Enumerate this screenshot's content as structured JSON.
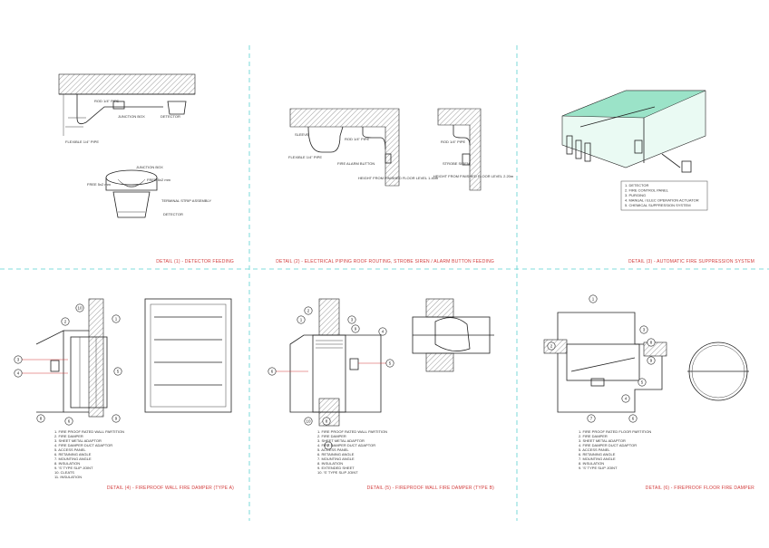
{
  "colors": {
    "grid": "#5ad1d1",
    "caption": "#d23b3b",
    "line": "#222222",
    "room": "#9be3c8"
  },
  "captions": {
    "d1": "DETAIL (1) - DETECTOR FEEDING",
    "d2": "DETAIL (2) - ELECTRICAL PIPING ROOF ROUTING, STROBE SIREN / ALARM BUTTON FEEDING",
    "d3": "DETAIL (3) - AUTOMATIC FIRE SUPPRESSION SYSTEM",
    "d4": "DETAIL (4) - FIREPROOF WALL FIRE DAMPER (TYPE A)",
    "d5": "DETAIL (5) - FIREPROOF WALL FIRE DAMPER (TYPE B)",
    "d6": "DETAIL (6) - FIREPROOF FLOOR FIRE DAMPER"
  },
  "d1": {
    "a": "ROD 1/4\" PIPE",
    "b": "JUNCTION BOX",
    "c": "DETECTOR",
    "d": "FLEXIBLE 1/4\" PIPE",
    "e": "JUNCTION BOX",
    "f": "FREE 5x2 mm",
    "g": "FREE 5x2 mm",
    "h": "TERMINAL STRIP ASSEMBLY",
    "i": "DETECTOR"
  },
  "d2": {
    "a": "SLEEVE",
    "b": "ROD 1/4\" PIPE",
    "c": "FLEXIBLE 1/4\" PIPE",
    "d": "FIRE ALARM BUTTON",
    "e": "HEIGHT FROM FINISHED FLOOR LEVEL 1.40m",
    "f": "ROD 1/4\" PIPE",
    "g": "STROBE SIREN",
    "h": "HEIGHT FROM FINISHED FLOOR LEVEL 2.20m"
  },
  "d3": {
    "legend": [
      "1. DETECTOR",
      "2. FIRE CONTROL PANEL",
      "3. PURGING",
      "4. MANUAL / ELEC OPERATION ACTUATOR",
      "5. CHEMICAL SUPPRESSION SYSTEM"
    ]
  },
  "d4": {
    "legend": [
      "1. FIRE PROOF RATED WALL PARTITION",
      "2. FIRE DAMPER",
      "3. SHEET METAL ADAPTOR",
      "4. FIRE DAMPER DUCT ADAPTOR",
      "5. ACCESS PANEL",
      "6. RETAINING ANGLE",
      "7. MOUNTING ANGLE",
      "8. INSULATION",
      "9. 'S' TYPE SLIP JOINT",
      "10. CLEATS",
      "11. INSULATION"
    ]
  },
  "d5": {
    "legend": [
      "1. FIRE PROOF RATED WALL PARTITION",
      "2. FIRE DAMPER",
      "3. SHEET METAL ADAPTOR",
      "4. FIRE DAMPER DUCT ADAPTOR",
      "5. ACCESS PANEL",
      "6. RETAINING ANGLE",
      "7. MOUNTING ANGLE",
      "8. INSULATION",
      "9. EXTENDED SHEET",
      "10. 'S' TYPE SLIP JOINT"
    ]
  },
  "d6": {
    "legend": [
      "1. FIRE PROOF RATED FLOOR PARTITION",
      "2. FIRE DAMPER",
      "3. SHEET METAL ADAPTOR",
      "4. FIRE DAMPER DUCT ADAPTOR",
      "5. ACCESS PANEL",
      "6. RETAINING ANGLE",
      "7. MOUNTING ANGLE",
      "8. INSULATION",
      "9. 'S' TYPE SLIP JOINT"
    ]
  },
  "callouts": {
    "d4": [
      "1",
      "2",
      "3",
      "4",
      "5",
      "6",
      "8",
      "9",
      "10"
    ],
    "d5": [
      "1",
      "2",
      "3",
      "4",
      "5",
      "6",
      "7",
      "8",
      "9",
      "10"
    ],
    "d6": [
      "1",
      "2",
      "3",
      "4",
      "5",
      "6",
      "7",
      "8",
      "9"
    ]
  }
}
